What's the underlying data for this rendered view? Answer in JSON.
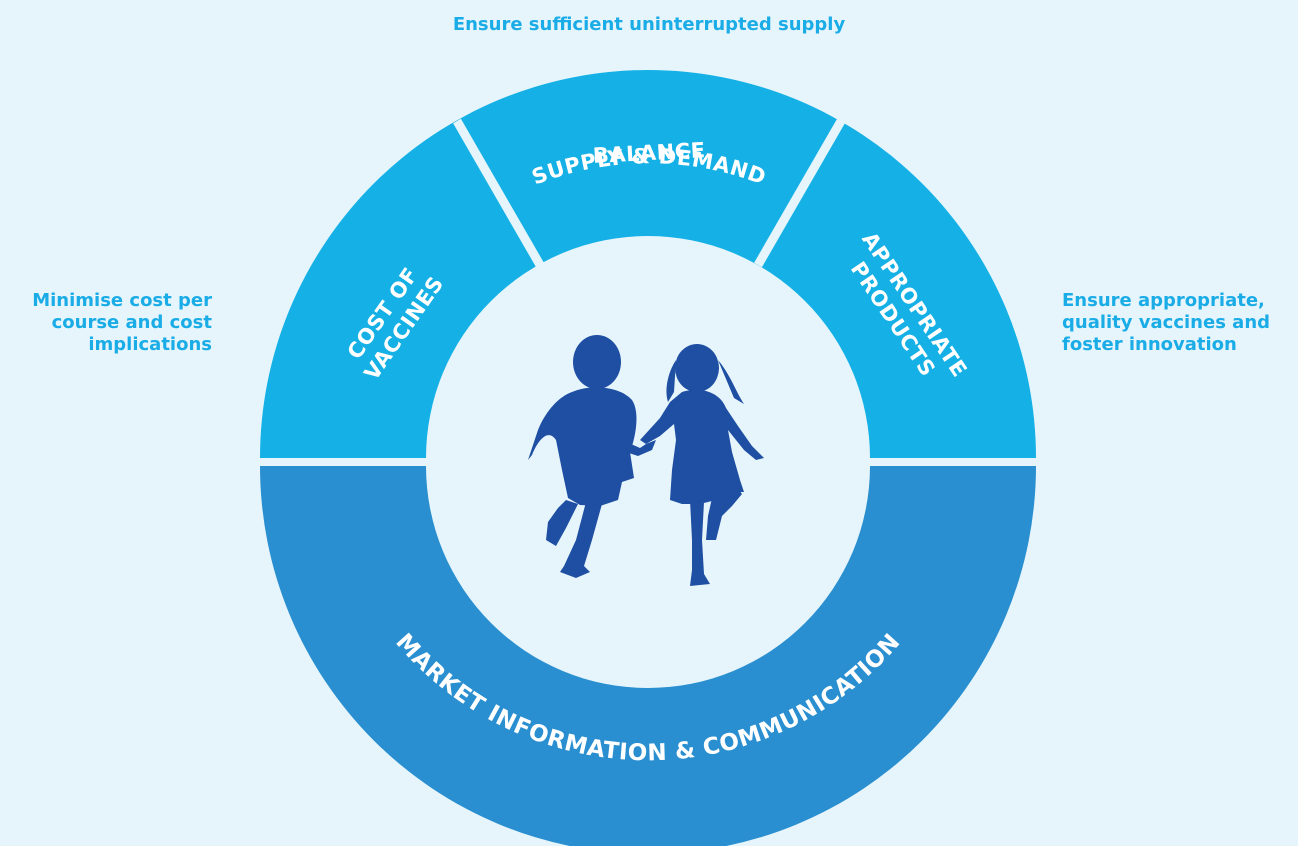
{
  "goals": {
    "top": "Ensure sufficient uninterrupted supply",
    "left": "Minimise cost per course and cost implications",
    "right": "Ensure appropriate, quality vaccines and foster innovation"
  },
  "segments": {
    "balance_line1": "BALANCE",
    "balance_line2": "SUPPLY & DEMAND",
    "cost_line1": "COST OF",
    "cost_line2": "VACCINES",
    "products_line1": "APPROPRIATE",
    "products_line2": "PRODUCTS",
    "market": "MARKET INFORMATION & COMMUNICATION"
  },
  "colors": {
    "background": "#e6f5fc",
    "upper_segments": "#15b1e6",
    "lower_segment": "#2a8fd0",
    "goal_text": "#1aace6",
    "children_silhouette": "#1f4fa3"
  },
  "center_image": "children-silhouette-icon"
}
